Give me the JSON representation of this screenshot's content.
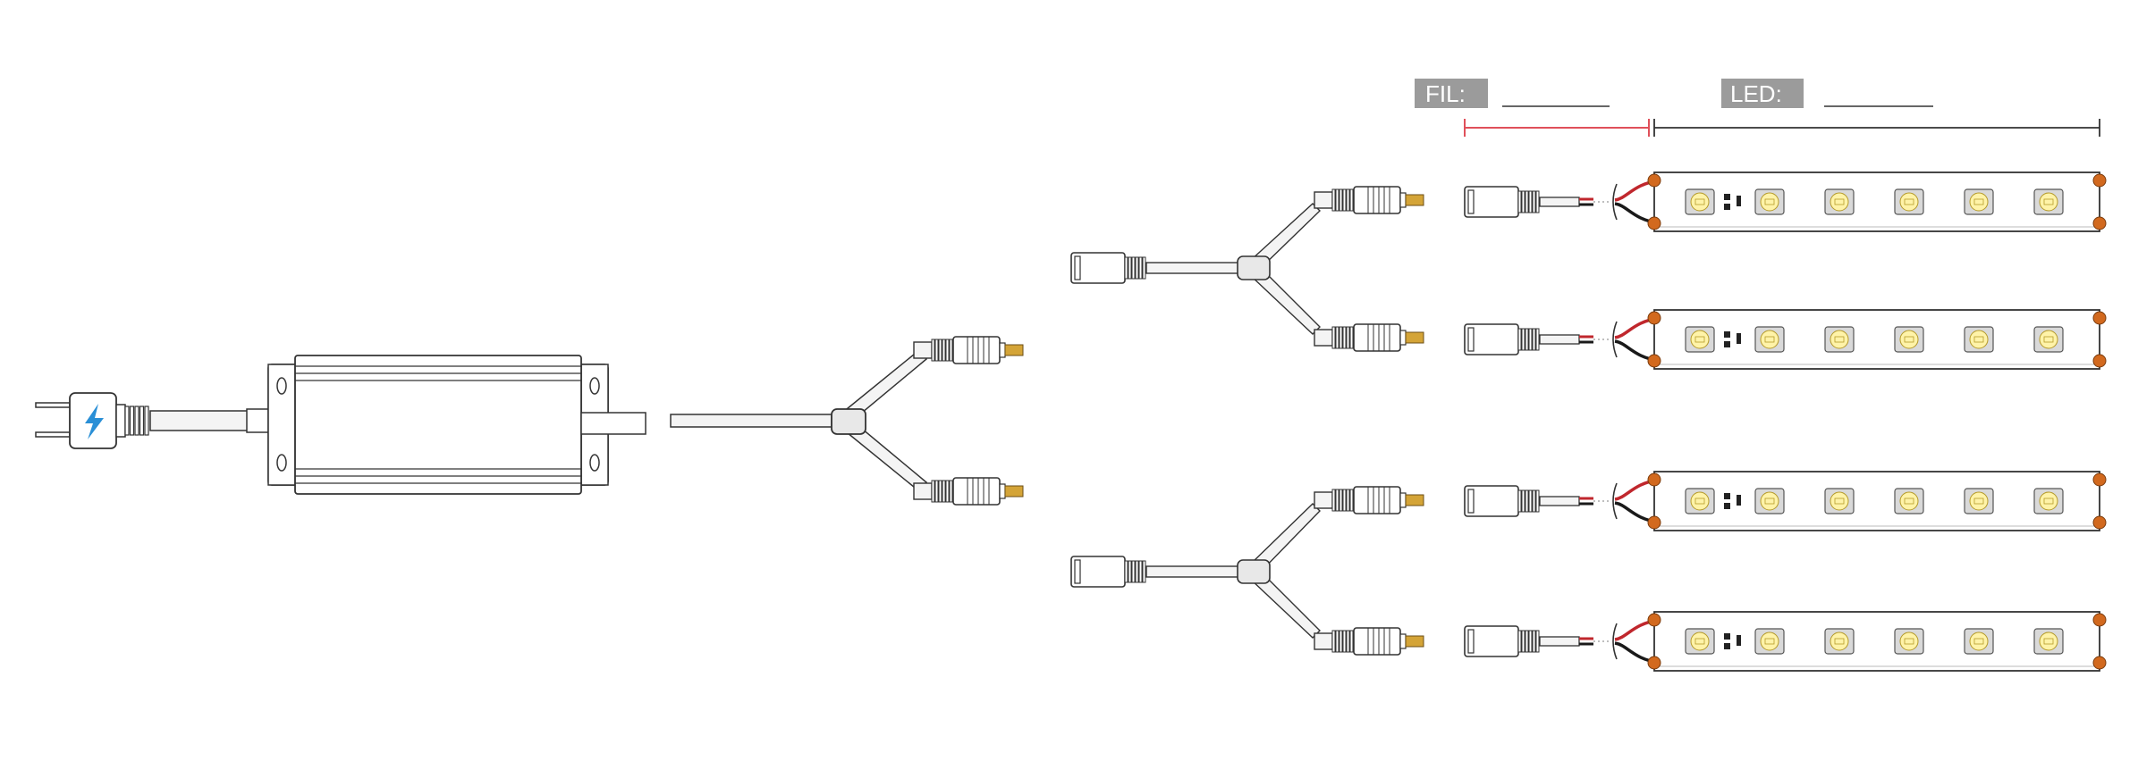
{
  "labels": {
    "fil": "FIL:",
    "led": "LED:"
  },
  "colors": {
    "label_bg": "#9b9b9b",
    "fil_dimension": "#e0505a",
    "led_dimension": "#333333",
    "wire_red": "#c0272d",
    "wire_black": "#1a1a1a",
    "led_chip": "#fff3a8",
    "pad_copper": "#d2691e",
    "plug_bolt": "#2a8fd6",
    "dc_pin": "#d4a437"
  },
  "icons": {
    "plug": "power-plug-icon",
    "bolt": "lightning-bolt-icon"
  },
  "components": {
    "power_supply": "led-driver",
    "main_splitter": "y-splitter-2-way",
    "sub_splitters": 2,
    "led_strips": 4,
    "leds_per_strip": 6
  }
}
